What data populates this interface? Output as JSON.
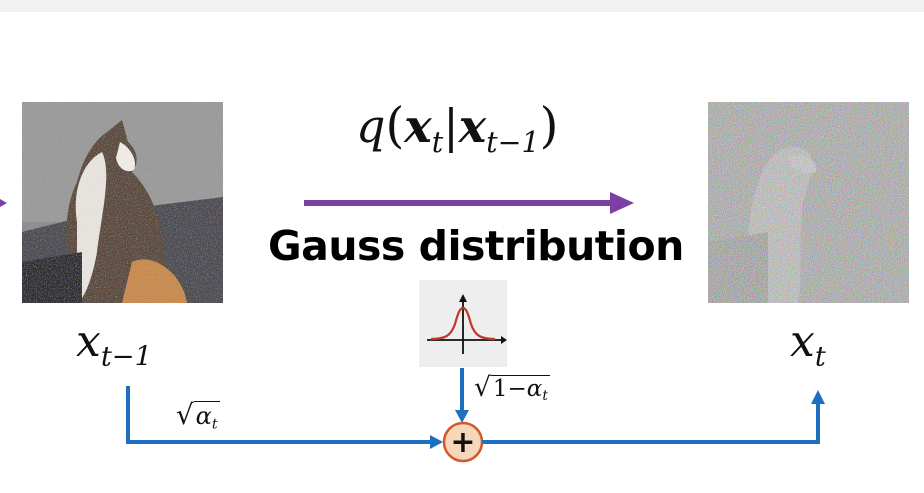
{
  "diagram": {
    "transition": {
      "func": "q",
      "arg_main": "x",
      "arg_main_sub": "t",
      "arg_cond": "x",
      "arg_cond_sub": "t−1"
    },
    "gauss_title": "Gauss distribution",
    "left_label": {
      "var": "x",
      "sub": "t−1"
    },
    "right_label": {
      "var": "x",
      "sub": "t"
    },
    "sqrt_alpha": {
      "var": "α",
      "sub": "t"
    },
    "sqrt_one_minus_alpha": {
      "one": "1",
      "minus": "−",
      "var": "α",
      "sub": "t"
    },
    "plus_symbol": "+",
    "colors": {
      "purple_arrow": "#7b3fa6",
      "blue_flow": "#1f6fc0",
      "plus_fill": "#f6d7b9",
      "plus_stroke": "#d25a2a",
      "bell_curve": "#c0392b"
    }
  }
}
